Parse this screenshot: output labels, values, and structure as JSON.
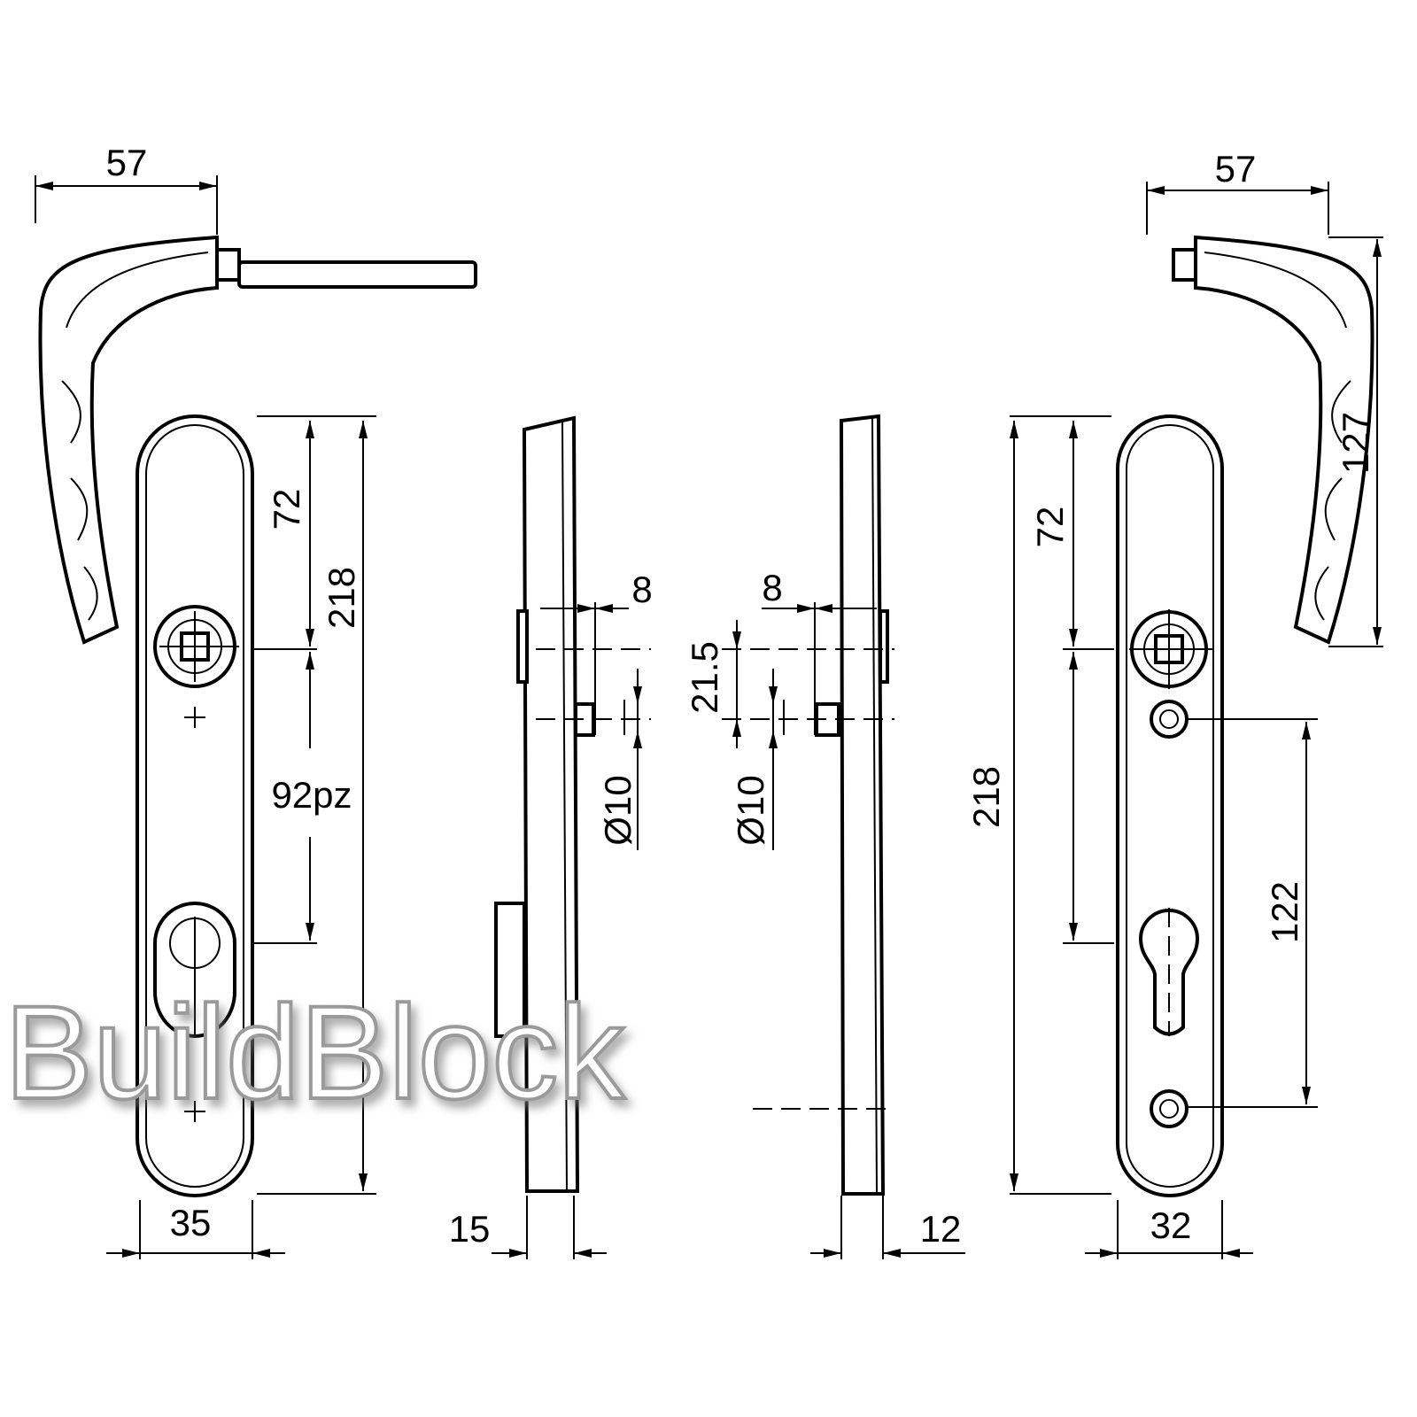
{
  "watermark": "BuildBlock",
  "left": {
    "handle_width": "57",
    "top_to_spindle": "72",
    "plate_height": "218",
    "spindle_to_cylinder": "92pz",
    "plate_width": "35"
  },
  "side1": {
    "thickness": "15",
    "offset": "8",
    "diameter": "Ø10"
  },
  "side2": {
    "thickness": "12",
    "offset": "8",
    "spacing": "21.5",
    "diameter": "Ø10"
  },
  "right": {
    "handle_width": "57",
    "handle_height": "127",
    "top_to_spindle": "72",
    "plate_height": "218",
    "screw_spacing": "122",
    "plate_width": "32"
  }
}
